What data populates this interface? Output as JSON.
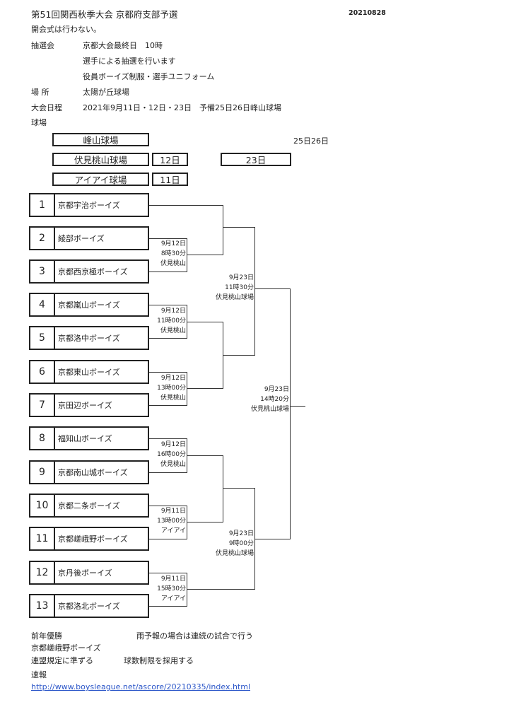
{
  "header": {
    "title": "第51回関西秋季大会  京都府支部予選",
    "code": "20210828",
    "opening": "開会式は行わない。"
  },
  "info": [
    {
      "label": "抽選会",
      "lines": [
        "京都大会最終日　10時",
        "選手による抽選を行います",
        "役員ボーイズ制服・選手ユニフォーム"
      ]
    },
    {
      "label": "場  所",
      "lines": [
        "太陽が丘球場"
      ]
    },
    {
      "label": "大会日程",
      "lines": [
        "2021年9月11日・12日・23日　予備25日26日峰山球場"
      ]
    }
  ],
  "venue_label": "球場",
  "venues": {
    "mineyama": "峰山球場",
    "mineyama_days": "25日26日",
    "fushimi": "伏見桃山球場",
    "fushimi_day": "12日",
    "fushimi_day2": "23日",
    "aiai": "アイアイ球場",
    "aiai_day": "11日"
  },
  "teams": [
    {
      "seed": "1",
      "name": "京都宇治ボーイズ"
    },
    {
      "seed": "2",
      "name": "綾部ボーイズ"
    },
    {
      "seed": "3",
      "name": "京都西京極ボーイズ"
    },
    {
      "seed": "4",
      "name": "京都嵐山ボーイズ"
    },
    {
      "seed": "5",
      "name": "京都洛中ボーイズ"
    },
    {
      "seed": "6",
      "name": "京都東山ボーイズ"
    },
    {
      "seed": "7",
      "name": "京田辺ボーイズ"
    },
    {
      "seed": "8",
      "name": "福知山ボーイズ"
    },
    {
      "seed": "9",
      "name": "京都南山城ボーイズ"
    },
    {
      "seed": "10",
      "name": "京都二条ボーイズ"
    },
    {
      "seed": "11",
      "name": "京都嵯峨野ボーイズ"
    },
    {
      "seed": "12",
      "name": "京丹後ボーイズ"
    },
    {
      "seed": "13",
      "name": "京都洛北ボーイズ"
    }
  ],
  "matches": [
    {
      "date": "9月12日",
      "time": "8時30分",
      "place": "伏見桃山"
    },
    {
      "date": "9月12日",
      "time": "11時00分",
      "place": "伏見桃山"
    },
    {
      "date": "9月12日",
      "time": "13時00分",
      "place": "伏見桃山"
    },
    {
      "date": "9月12日",
      "time": "16時00分",
      "place": "伏見桃山"
    },
    {
      "date": "9月11日",
      "time": "13時00分",
      "place": "アイアイ"
    },
    {
      "date": "9月11日",
      "time": "15時30分",
      "place": "アイアイ"
    },
    {
      "date": "9月23日",
      "time": "11時30分",
      "place": "伏見桃山球場"
    },
    {
      "date": "9月23日",
      "time": "14時20分",
      "place": "伏見桃山球場"
    },
    {
      "date": "9月23日",
      "time": "9時00分",
      "place": "伏見桃山球場"
    }
  ],
  "footer": {
    "champion_label": "前年優勝",
    "champion": "京都嵯峨野ボーイズ",
    "rain_note": "雨予報の場合は連続の試合で行う",
    "rule": "連盟規定に準ずる",
    "pitch_limit": "球数制限を採用する",
    "report": "速報",
    "url": "http://www.boysleague.net/ascore/20210335/index.html"
  }
}
